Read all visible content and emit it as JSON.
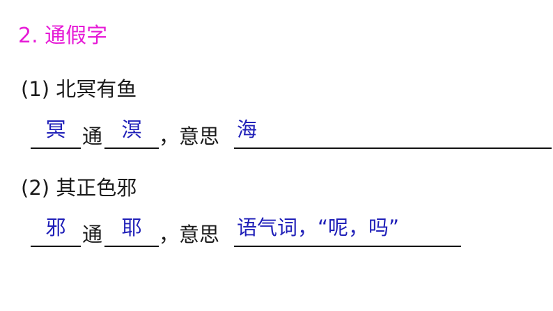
{
  "section": {
    "number": "2.",
    "title": "通假字"
  },
  "items": [
    {
      "title": "(1) 北冥有鱼",
      "original_char": "冥",
      "tong_label": "通",
      "replacement_char": "溟",
      "meaning_label": "，意思",
      "meaning": "海"
    },
    {
      "title": "(2) 其正色邪",
      "original_char": "邪",
      "tong_label": "通",
      "replacement_char": "耶",
      "meaning_label": "，意思",
      "meaning": "语气词，“呢，吗”"
    }
  ],
  "colors": {
    "heading": "#e61ad6",
    "answer": "#1f1fb8",
    "text": "#1a1a1a"
  }
}
